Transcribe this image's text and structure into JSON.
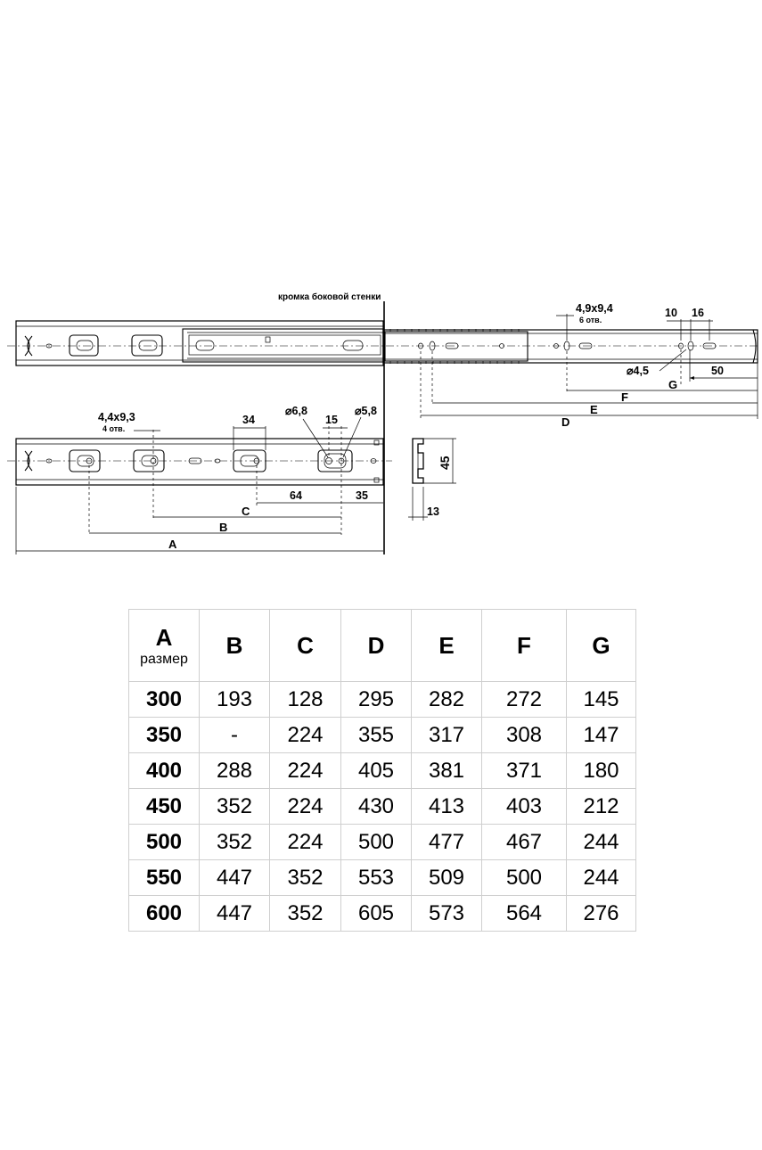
{
  "drawing": {
    "edge_label": "кромка боковой стенки",
    "top": {
      "holes_size": "4,9x9,4",
      "holes_count": "6 отв.",
      "dim_10": "10",
      "dim_16": "16",
      "hole_dia": "⌀4,5",
      "dim_50": "50",
      "letter_g": "G",
      "letter_f": "F",
      "letter_e": "E",
      "letter_d": "D"
    },
    "bottom": {
      "holes_size": "4,4x9,3",
      "holes_count": "4 отв.",
      "dim_34": "34",
      "dia_68": "⌀6,8",
      "dim_15": "15",
      "dia_58": "⌀5,8",
      "dim_64": "64",
      "dim_35": "35",
      "letter_c": "C",
      "letter_b": "B",
      "letter_a": "A"
    },
    "profile": {
      "height": "45",
      "width": "13"
    }
  },
  "table": {
    "headers": [
      "A",
      "B",
      "C",
      "D",
      "E",
      "F",
      "G"
    ],
    "first_header_sub": "размер",
    "rows": [
      [
        "300",
        "193",
        "128",
        "295",
        "282",
        "272",
        "145"
      ],
      [
        "350",
        "-",
        "224",
        "355",
        "317",
        "308",
        "147"
      ],
      [
        "400",
        "288",
        "224",
        "405",
        "381",
        "371",
        "180"
      ],
      [
        "450",
        "352",
        "224",
        "430",
        "413",
        "403",
        "212"
      ],
      [
        "500",
        "352",
        "224",
        "500",
        "477",
        "467",
        "244"
      ],
      [
        "550",
        "447",
        "352",
        "553",
        "509",
        "500",
        "244"
      ],
      [
        "600",
        "447",
        "352",
        "605",
        "573",
        "564",
        "276"
      ]
    ]
  }
}
